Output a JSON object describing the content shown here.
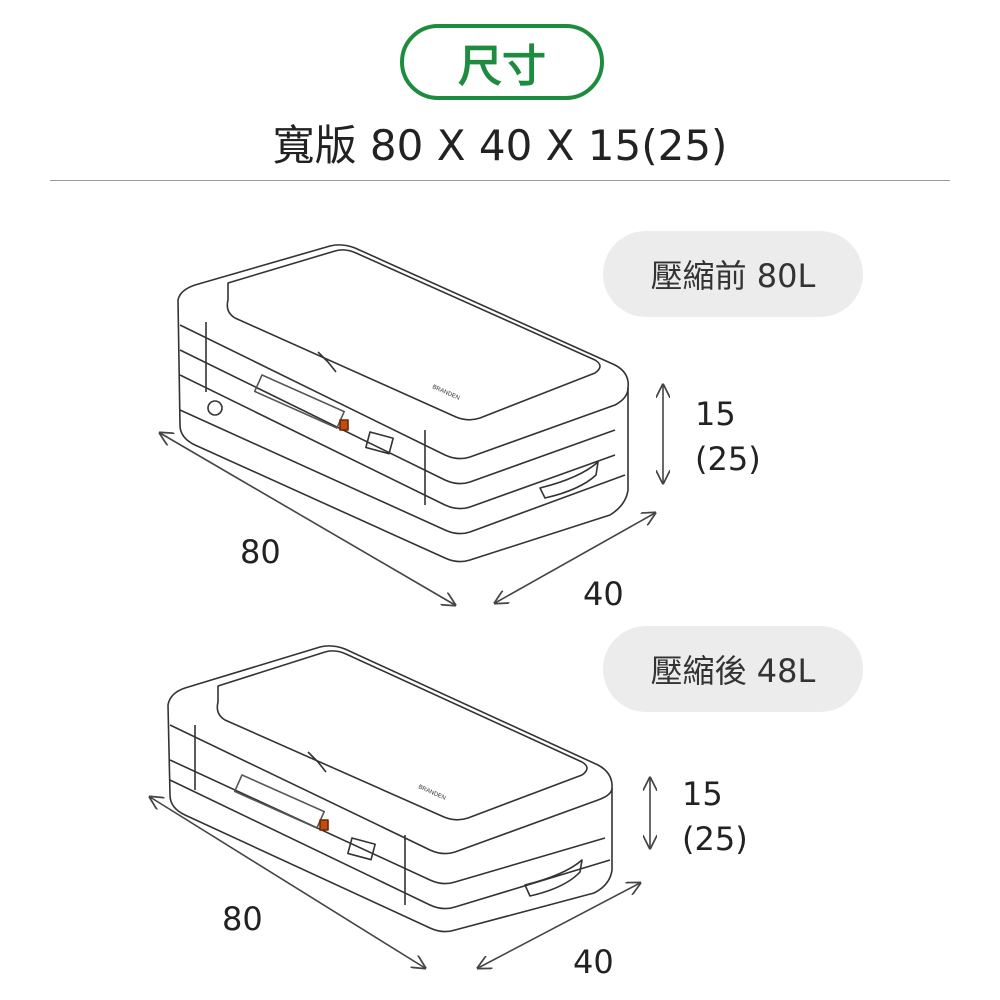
{
  "header": {
    "title": "尺寸",
    "subtitle": "寬版 80 X 40 X 15(25)",
    "accent_color": "#1e8c3f"
  },
  "before": {
    "capacity_label": "壓縮前 80L",
    "length": "80",
    "depth": "40",
    "height": "15",
    "height_expanded": "(25)",
    "brand": "BRANDEN"
  },
  "after": {
    "capacity_label": "壓縮後 48L",
    "length": "80",
    "depth": "40",
    "height": "15",
    "height_expanded": "(25)",
    "brand": "BRANDEN"
  }
}
